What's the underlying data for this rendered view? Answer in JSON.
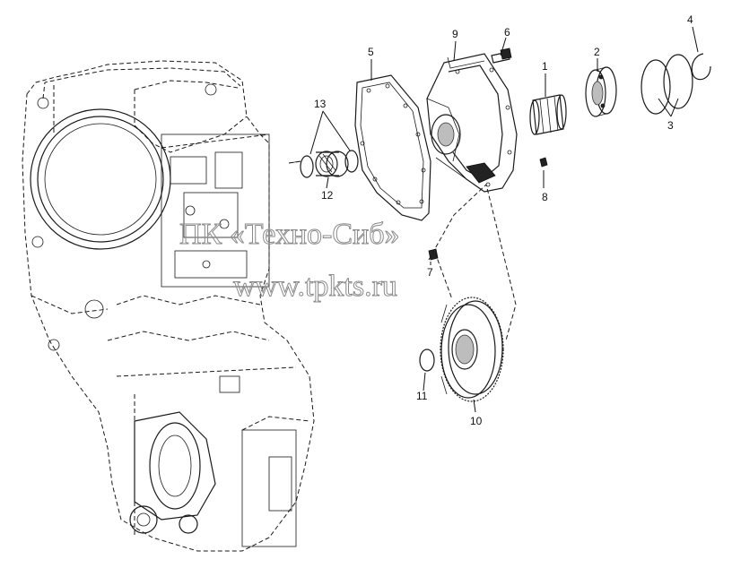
{
  "labels": {
    "n1": "1",
    "n2": "2",
    "n3": "3",
    "n4": "4",
    "n5": "5",
    "n6": "6",
    "n7": "7",
    "n8": "8",
    "n9": "9",
    "n10": "10",
    "n11": "11",
    "n12": "12",
    "n13": "13"
  },
  "watermark": {
    "line1": "ПК «Техно-Сиб»",
    "line2": "www.tpkts.ru"
  }
}
